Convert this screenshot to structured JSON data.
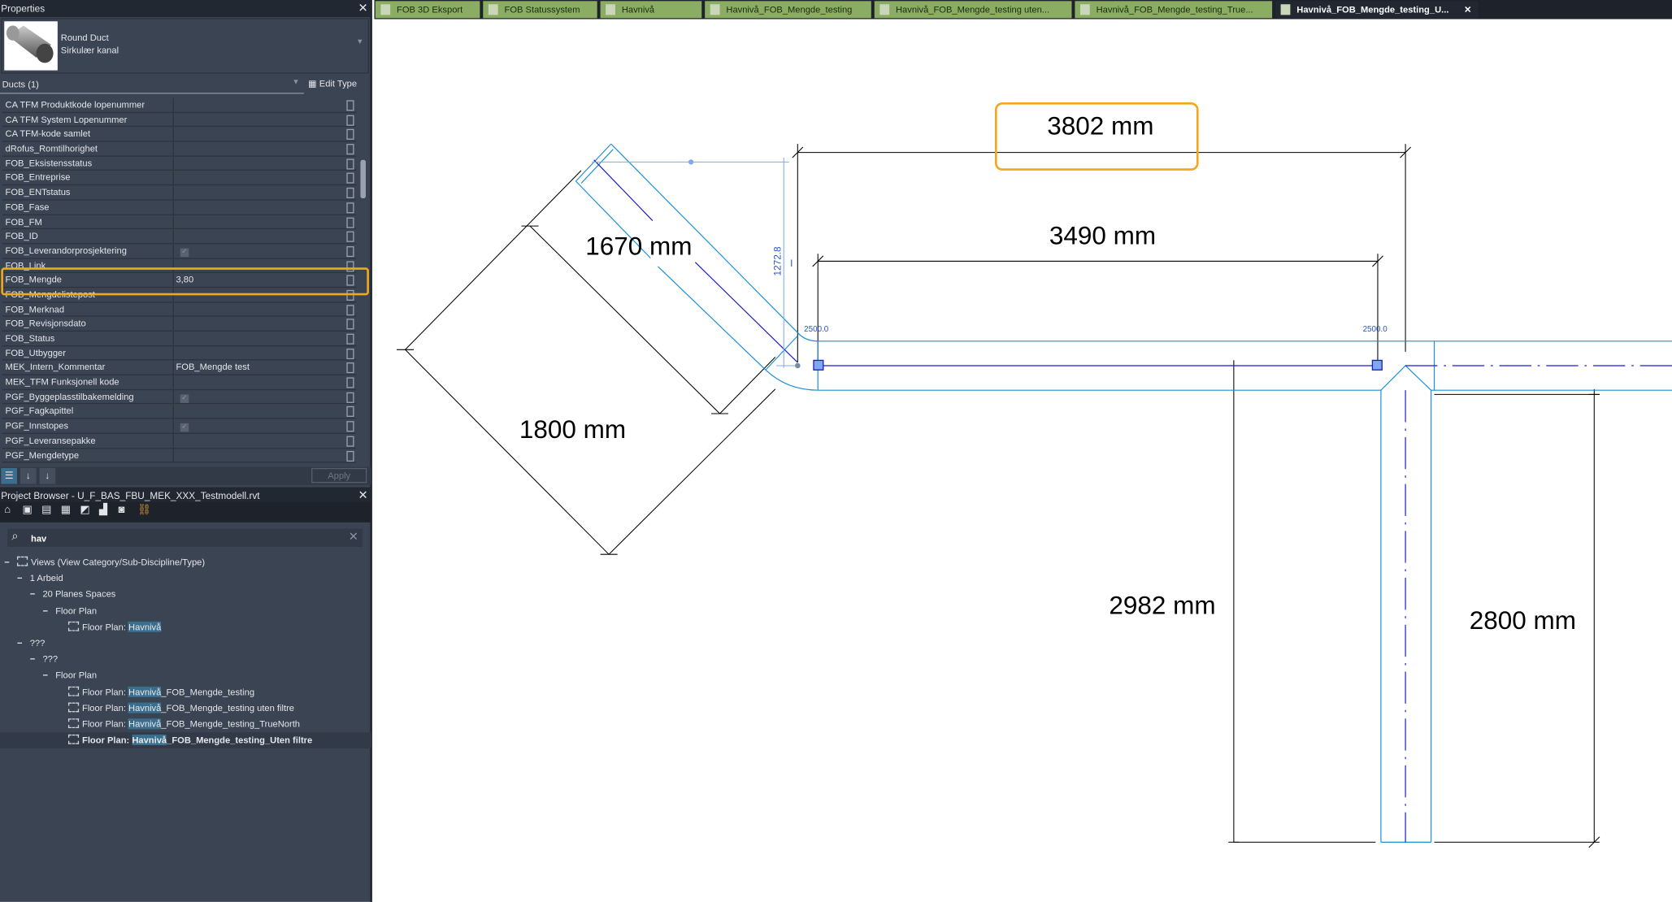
{
  "properties": {
    "title": "Properties",
    "type_name": "Round Duct",
    "type_sub": "Sirkulær kanal",
    "selection": "Ducts (1)",
    "edit_type": "Edit Type",
    "apply": "Apply",
    "rows": [
      {
        "name": "CA TFM Produktkode lopenummer",
        "value": ""
      },
      {
        "name": "CA TFM System Lopenummer",
        "value": ""
      },
      {
        "name": "CA TFM-kode samlet",
        "value": ""
      },
      {
        "name": "dRofus_Romtilhorighet",
        "value": ""
      },
      {
        "name": "FOB_Eksistensstatus",
        "value": ""
      },
      {
        "name": "FOB_Entreprise",
        "value": ""
      },
      {
        "name": "FOB_ENTstatus",
        "value": ""
      },
      {
        "name": "FOB_Fase",
        "value": ""
      },
      {
        "name": "FOB_FM",
        "value": ""
      },
      {
        "name": "FOB_ID",
        "value": ""
      },
      {
        "name": "FOB_Leverandorprosjektering",
        "value": "",
        "check": true
      },
      {
        "name": "FOB_Link",
        "value": ""
      },
      {
        "name": "FOB_Mengde",
        "value": "3,80"
      },
      {
        "name": "FOB_Mengdelistepost",
        "value": ""
      },
      {
        "name": "FOB_Merknad",
        "value": ""
      },
      {
        "name": "FOB_Revisjonsdato",
        "value": ""
      },
      {
        "name": "FOB_Status",
        "value": ""
      },
      {
        "name": "FOB_Utbygger",
        "value": ""
      },
      {
        "name": "MEK_Intern_Kommentar",
        "value": "FOB_Mengde test"
      },
      {
        "name": "MEK_TFM Funksjonell kode",
        "value": ""
      },
      {
        "name": "PGF_Byggeplasstilbakemelding",
        "value": "",
        "check": true
      },
      {
        "name": "PGF_Fagkapittel",
        "value": ""
      },
      {
        "name": "PGF_Innstopes",
        "value": "",
        "check": true
      },
      {
        "name": "PGF_Leveransepakke",
        "value": ""
      },
      {
        "name": "PGF_Mengdetype",
        "value": ""
      }
    ]
  },
  "browser": {
    "title": "Project Browser - U_F_BAS_FBU_MEK_XXX_Testmodell.rvt",
    "search": "hav",
    "tree": [
      {
        "level": 0,
        "label": "Views (View Category/Sub-Discipline/Type)",
        "icon": "views"
      },
      {
        "level": 1,
        "label": "1 Arbeid"
      },
      {
        "level": 2,
        "label": "20 Planes Spaces"
      },
      {
        "level": 3,
        "label": "Floor Plan"
      },
      {
        "level": 4,
        "prefix": "Floor Plan: ",
        "match": "Havnivå",
        "rest": ""
      },
      {
        "level": 1,
        "label": "???"
      },
      {
        "level": 2,
        "label": "???"
      },
      {
        "level": 3,
        "label": "Floor Plan"
      },
      {
        "level": 4,
        "prefix": "Floor Plan: ",
        "match": "Havnivå",
        "rest": "_FOB_Mengde_testing"
      },
      {
        "level": 4,
        "prefix": "Floor Plan: ",
        "match": "Havnivå",
        "rest": "_FOB_Mengde_testing uten filtre"
      },
      {
        "level": 4,
        "prefix": "Floor Plan: ",
        "match": "Havnivå",
        "rest": "_FOB_Mengde_testing_TrueNorth"
      },
      {
        "level": 4,
        "prefix": "Floor Plan: ",
        "match": "Havnivå",
        "rest": "_FOB_Mengde_testing_Uten filtre",
        "selected": true
      }
    ]
  },
  "tabs": [
    "FOB 3D Eksport",
    "FOB Statussystem",
    "Havnivå",
    "Havnivå_FOB_Mengde_testing",
    "Havnivå_FOB_Mengde_testing uten...",
    "Havnivå_FOB_Mengde_testing_True...",
    "Havnivå_FOB_Mengde_testing_U..."
  ],
  "active_tab": 6,
  "drawing": {
    "dims": {
      "d3802": "3802 mm",
      "d3490": "3490 mm",
      "d1670": "1670 mm",
      "d1800": "1800 mm",
      "d2982": "2982 mm",
      "d2800": "2800 mm"
    },
    "temp_dim": "1272.8",
    "elev1": "2500.0",
    "elev2": "2500.0"
  },
  "colors": {
    "highlight": "#f0a81c",
    "duct": "#1a8fd6",
    "centerline": "#1a1ad0"
  }
}
